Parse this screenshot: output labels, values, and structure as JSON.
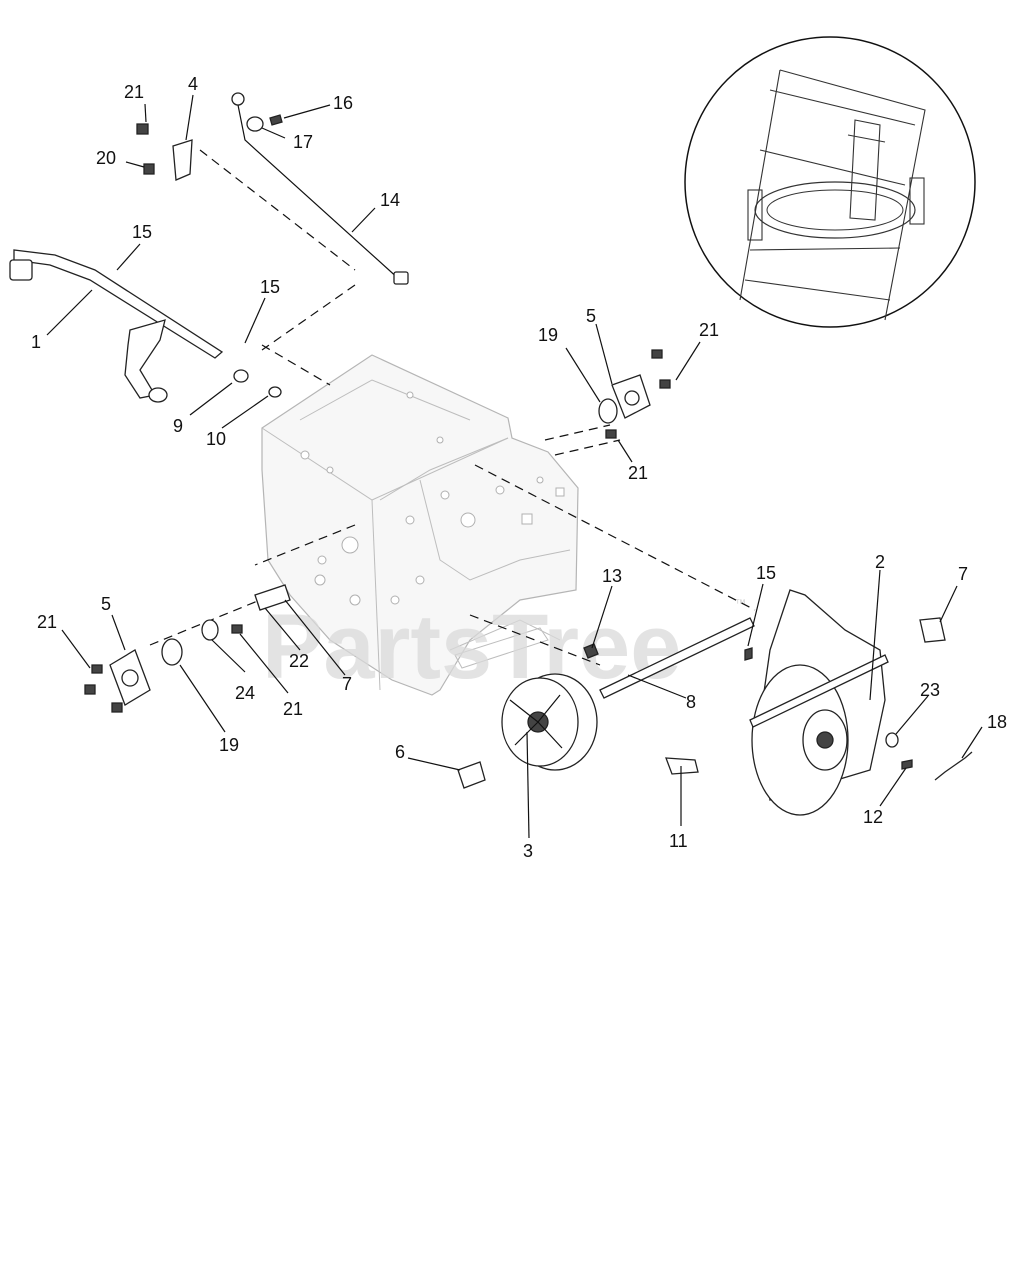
{
  "watermark": {
    "text": "PartsTree",
    "mark": "™"
  },
  "callouts": [
    {
      "id": "c21a",
      "label": "21"
    },
    {
      "id": "c4",
      "label": "4"
    },
    {
      "id": "c16",
      "label": "16"
    },
    {
      "id": "c17",
      "label": "17"
    },
    {
      "id": "c20",
      "label": "20"
    },
    {
      "id": "c14",
      "label": "14"
    },
    {
      "id": "c15a",
      "label": "15"
    },
    {
      "id": "c15b",
      "label": "15"
    },
    {
      "id": "c1",
      "label": "1"
    },
    {
      "id": "c9",
      "label": "9"
    },
    {
      "id": "c10",
      "label": "10"
    },
    {
      "id": "c19a",
      "label": "19"
    },
    {
      "id": "c5a",
      "label": "5"
    },
    {
      "id": "c21b",
      "label": "21"
    },
    {
      "id": "c21c",
      "label": "21"
    },
    {
      "id": "c13",
      "label": "13"
    },
    {
      "id": "c15c",
      "label": "15"
    },
    {
      "id": "c2",
      "label": "2"
    },
    {
      "id": "c7a",
      "label": "7"
    },
    {
      "id": "c5b",
      "label": "5"
    },
    {
      "id": "c21d",
      "label": "21"
    },
    {
      "id": "c22",
      "label": "22"
    },
    {
      "id": "c7b",
      "label": "7"
    },
    {
      "id": "c24",
      "label": "24"
    },
    {
      "id": "c21e",
      "label": "21"
    },
    {
      "id": "c19b",
      "label": "19"
    },
    {
      "id": "c8",
      "label": "8"
    },
    {
      "id": "c23",
      "label": "23"
    },
    {
      "id": "c18",
      "label": "18"
    },
    {
      "id": "c6",
      "label": "6"
    },
    {
      "id": "c12",
      "label": "12"
    },
    {
      "id": "c3",
      "label": "3"
    },
    {
      "id": "c11",
      "label": "11"
    }
  ]
}
